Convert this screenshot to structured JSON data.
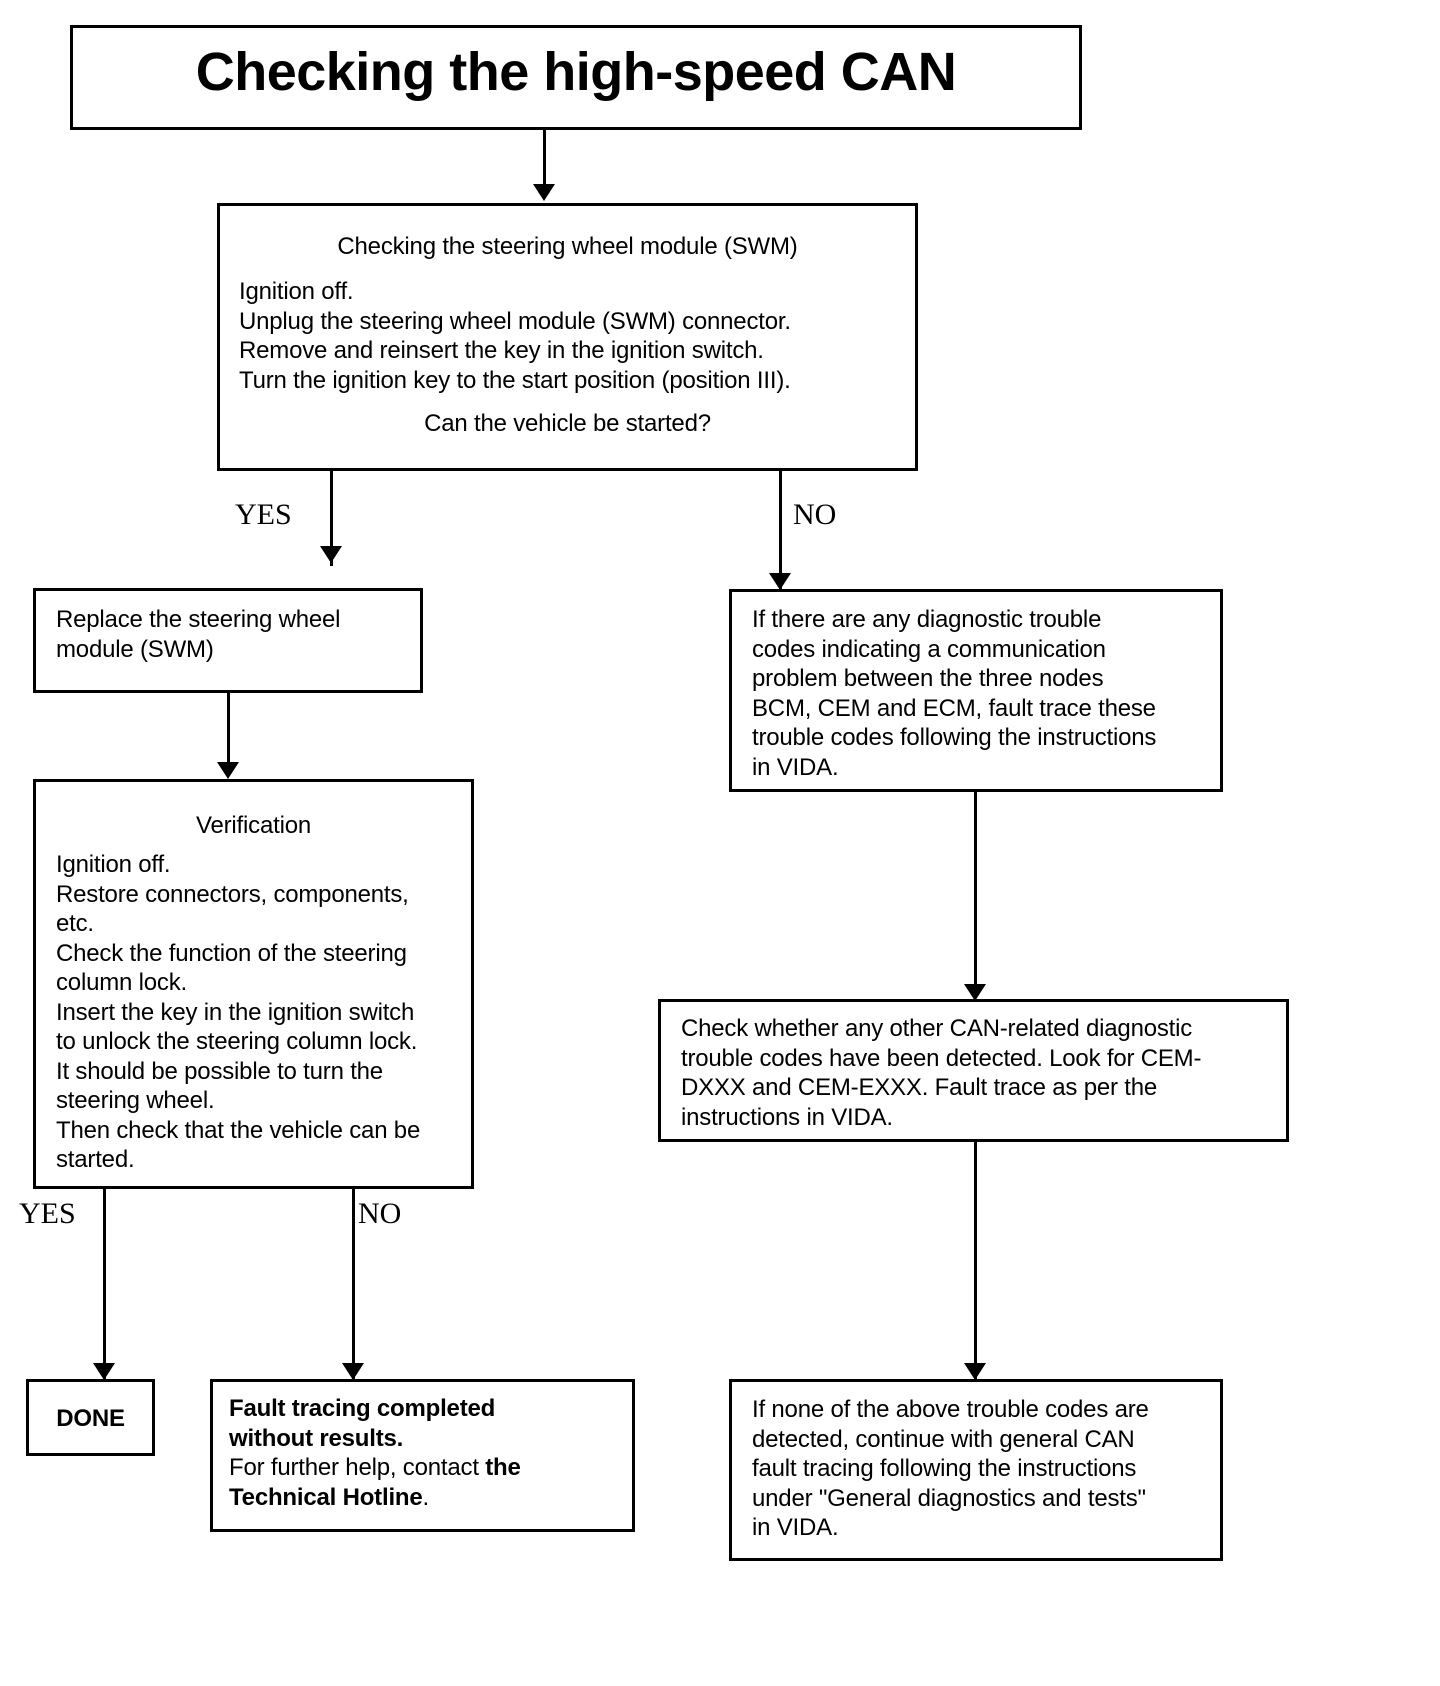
{
  "diagram": {
    "title": "Checking the high-speed CAN",
    "type": "flowchart",
    "nodes": {
      "title_box": {
        "label": "Checking the high-speed CAN"
      },
      "swm_check": {
        "heading": "Checking the steering wheel module (SWM)",
        "body": "Ignition off.\nUnplug the steering wheel module (SWM) connector.\nRemove and reinsert the key in the ignition switch.\nTurn the ignition key to the start position (position III).",
        "question": "Can the vehicle be started?"
      },
      "replace_swm": {
        "body": "Replace the steering wheel\nmodule (SWM)"
      },
      "verification": {
        "heading": "Verification",
        "body": "Ignition off.\nRestore connectors, components,\netc.\nCheck the function of the steering\ncolumn lock.\nInsert the key in the ignition switch\nto unlock the steering column lock.\nIt should be possible to turn the\nsteering wheel.\nThen check that the vehicle can be\nstarted."
      },
      "done": {
        "label": "DONE"
      },
      "fault_tracing": {
        "bold_line": "Fault tracing completed\nwithout results.",
        "text_prefix": "For further help, contact ",
        "bold_emphasis": "the\nTechnical Hotline",
        "text_suffix": "."
      },
      "dtc_check": {
        "body": "If there are any diagnostic trouble\ncodes indicating a communication\nproblem between the three nodes\nBCM, CEM and ECM, fault trace these\ntrouble codes following the instructions\nin VIDA."
      },
      "can_related_check": {
        "body": "Check whether any other CAN-related diagnostic\ntrouble codes have been detected. Look for CEM-\nDXXX and CEM-EXXX. Fault trace as per the\ninstructions in VIDA."
      },
      "general_can": {
        "body": "If none of the above trouble codes are\ndetected, continue with general CAN\nfault tracing following the instructions\nunder \"General diagnostics and tests\"\nin VIDA."
      }
    },
    "branch_labels": {
      "swm_yes": "YES",
      "swm_no": "NO",
      "verify_yes": "YES",
      "verify_no": "NO"
    },
    "colors": {
      "stroke": "#000000",
      "background": "#ffffff",
      "text": "#000000"
    }
  }
}
